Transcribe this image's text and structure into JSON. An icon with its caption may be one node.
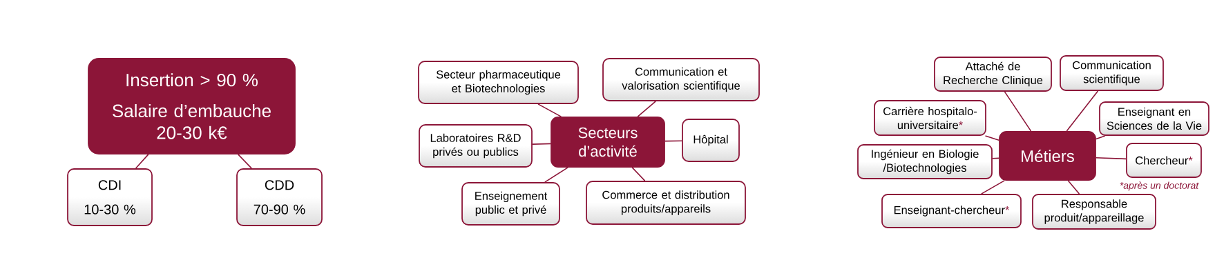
{
  "diagram": {
    "nodes": [
      {
        "text": [
          "Insertion > 90 %",
          "Salaire d’embauche 20-30 k€"
        ]
      },
      {
        "text": [
          "CDI",
          "10-30 %"
        ]
      },
      {
        "text": [
          "CDD",
          "70-90 %"
        ]
      },
      {
        "text": [
          "Secteurs d’activité"
        ]
      },
      {
        "text": [
          "Secteur pharmaceutique et Biotechnologies"
        ]
      },
      {
        "text": [
          "Communication et valorisation scientifique"
        ]
      },
      {
        "text": [
          "Laboratoires R&D privés ou publics"
        ]
      },
      {
        "text": [
          "Hôpital"
        ]
      },
      {
        "text": [
          "Enseignement public et privé"
        ]
      },
      {
        "text": [
          "Commerce et distribution produits/appareils"
        ]
      },
      {
        "text": [
          "Métiers"
        ]
      },
      {
        "text": [
          "Attaché de Recherche Clinique"
        ]
      },
      {
        "text": [
          "Communication scientifique"
        ]
      },
      {
        "text": [
          "Carrière hospitalo-universitaire*"
        ]
      },
      {
        "text": [
          "Enseignant en Sciences de la Vie"
        ]
      },
      {
        "text": [
          "Ingénieur en Biologie /Biotechnologies"
        ]
      },
      {
        "text": [
          "Chercheur*"
        ]
      },
      {
        "text": [
          "Enseignant-chercheur*"
        ]
      },
      {
        "text": [
          "Responsable produit/appareillage"
        ]
      }
    ],
    "edges": [
      {
        "from": 0,
        "to": 1,
        "arrow": "none"
      },
      {
        "from": 0,
        "to": 2,
        "arrow": "none"
      },
      {
        "from": 3,
        "to": 4,
        "arrow": "none"
      },
      {
        "from": 3,
        "to": 5,
        "arrow": "none"
      },
      {
        "from": 3,
        "to": 6,
        "arrow": "none"
      },
      {
        "from": 3,
        "to": 7,
        "arrow": "none"
      },
      {
        "from": 3,
        "to": 8,
        "arrow": "none"
      },
      {
        "from": 3,
        "to": 9,
        "arrow": "none"
      },
      {
        "from": 10,
        "to": 11,
        "arrow": "none"
      },
      {
        "from": 10,
        "to": 12,
        "arrow": "none"
      },
      {
        "from": 10,
        "to": 13,
        "arrow": "none"
      },
      {
        "from": 10,
        "to": 14,
        "arrow": "none"
      },
      {
        "from": 10,
        "to": 15,
        "arrow": "none"
      },
      {
        "from": 10,
        "to": 16,
        "arrow": "none"
      },
      {
        "from": 10,
        "to": 17,
        "arrow": "none"
      },
      {
        "from": 10,
        "to": 18,
        "arrow": "none"
      }
    ],
    "labels": [
      "*après un doctorat"
    ]
  }
}
